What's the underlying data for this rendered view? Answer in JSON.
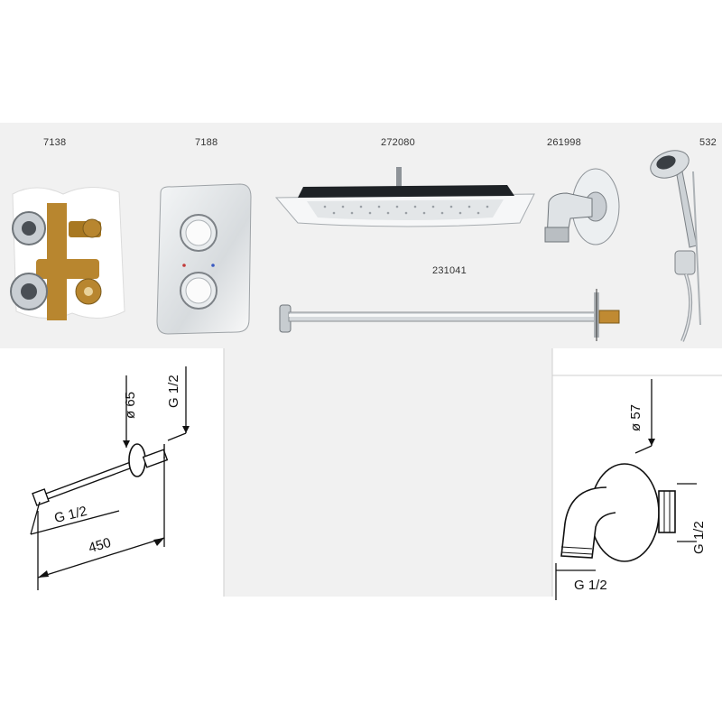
{
  "products": {
    "thermostat_body": {
      "code": "7138"
    },
    "thermostat_plate": {
      "code": "7188"
    },
    "rain_shower_head": {
      "code": "272080"
    },
    "wall_outlet_elbow": {
      "code": "261998"
    },
    "shower_arm": {
      "code": "231041"
    },
    "hand_shower_set": {
      "code": "532"
    }
  },
  "arm_drawing": {
    "flange_diameter": "ø 65",
    "thread_top": "G 1/2",
    "thread_left": "G 1/2",
    "length": "450"
  },
  "elbow_drawing": {
    "flange_diameter": "ø 57",
    "thread_right": "G 1/2",
    "thread_bottom": "G 1/2"
  },
  "colors": {
    "background_band": "#f1f1f1",
    "chrome": "#c9ced3",
    "brass": "#b8862f"
  }
}
